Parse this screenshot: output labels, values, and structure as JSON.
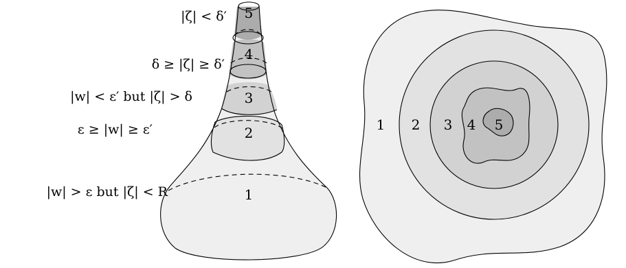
{
  "left_figure": {
    "region_labels": [
      "|ζ| < δ′",
      "δ ≥ |ζ| ≥ δ′",
      "|w| < ε′ but |ζ| > δ",
      "ε ≥ |w| ≥ ε′",
      "|w| > ε but |ζ| < R"
    ],
    "region_numbers": [
      "5",
      "4",
      "3",
      "2",
      "1"
    ]
  },
  "right_figure": {
    "region_numbers": [
      "1",
      "2",
      "3",
      "4",
      "5"
    ]
  },
  "colors": {
    "region_1": "#efefef",
    "region_2": "#e2e2e2",
    "region_3": "#d2d2d2",
    "region_4": "#c2c2c2",
    "region_5": "#acacac",
    "stroke": "#000000"
  }
}
